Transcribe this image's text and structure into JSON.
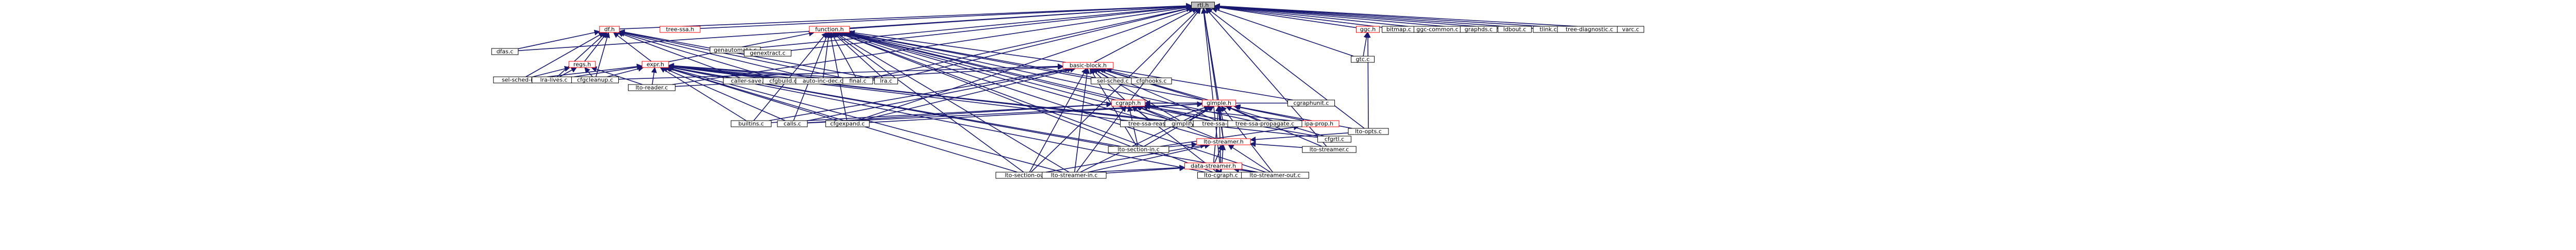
{
  "diagram": {
    "colors": {
      "edge": "#191970",
      "node_border": "#000000",
      "linked_node_border": "#ff0000",
      "root_fill": "#bfbfbf",
      "node_fill": "#ffffff"
    },
    "nodes": [
      {
        "id": "root",
        "label": "rtl.h",
        "kind": "root"
      },
      {
        "id": "df_h",
        "label": "df.h",
        "kind": "link"
      },
      {
        "id": "tree_ssa_h",
        "label": "tree-ssa.h",
        "kind": "link"
      },
      {
        "id": "function_h",
        "label": "function.h",
        "kind": "link"
      },
      {
        "id": "regs_h",
        "label": "regs.h",
        "kind": "link"
      },
      {
        "id": "expr_h",
        "label": "expr.h",
        "kind": "link"
      },
      {
        "id": "basic_block_h",
        "label": "basic-block.h",
        "kind": "link"
      },
      {
        "id": "cgraph_h",
        "label": "cgraph.h",
        "kind": "link"
      },
      {
        "id": "gimple_h",
        "label": "gimple.h",
        "kind": "link"
      },
      {
        "id": "lto_streamer_h",
        "label": "lto-streamer.h",
        "kind": "link"
      },
      {
        "id": "data_streamer_h",
        "label": "data-streamer.h",
        "kind": "link"
      },
      {
        "id": "ggc_h",
        "label": "ggc.h",
        "kind": "link"
      },
      {
        "id": "ipa_prop_h",
        "label": "ipa-prop.h",
        "kind": "link"
      },
      {
        "id": "dfas_c",
        "label": "dfas.c",
        "kind": "file"
      },
      {
        "id": "genautomata_c",
        "label": "genautomata.c",
        "kind": "file"
      },
      {
        "id": "genextract_c",
        "label": "genextract.c",
        "kind": "file"
      },
      {
        "id": "sel_sched_ir_c",
        "label": "sel-sched-ir.c",
        "kind": "file"
      },
      {
        "id": "lra_lives_c",
        "label": "lra-lives.c",
        "kind": "file"
      },
      {
        "id": "cfgcleanup_c",
        "label": "cfgcleanup.c",
        "kind": "file"
      },
      {
        "id": "lto_reader_c",
        "label": "lto-reader.c",
        "kind": "file"
      },
      {
        "id": "caller_save_c",
        "label": "caller-save.c",
        "kind": "file"
      },
      {
        "id": "cfgbuild_c",
        "label": "cfgbuild.c",
        "kind": "file"
      },
      {
        "id": "auto_inc_dec_c",
        "label": "auto-inc-dec.c",
        "kind": "file"
      },
      {
        "id": "final_c",
        "label": "final.c",
        "kind": "file"
      },
      {
        "id": "lra_c",
        "label": "lra.c",
        "kind": "file"
      },
      {
        "id": "sel_sched_c",
        "label": "sel-sched.c",
        "kind": "file"
      },
      {
        "id": "cfghooks_c",
        "label": "cfghooks.c",
        "kind": "file"
      },
      {
        "id": "cfgexpand_c",
        "label": "cfgexpand.c",
        "kind": "file"
      },
      {
        "id": "builtins_c",
        "label": "builtins.c",
        "kind": "file"
      },
      {
        "id": "calls_c",
        "label": "calls.c",
        "kind": "file"
      },
      {
        "id": "cgraphunit_c",
        "label": "cgraphunit.c",
        "kind": "file"
      },
      {
        "id": "cfgrtl_c",
        "label": "cfgrtl.c",
        "kind": "file"
      },
      {
        "id": "tree_ssa_reassoc_c",
        "label": "tree-ssa-reassoc.c",
        "kind": "file"
      },
      {
        "id": "gimplify_c",
        "label": "gimplify.c",
        "kind": "file"
      },
      {
        "id": "tree_ssa_alias_c",
        "label": "tree-ssa-alias.c",
        "kind": "file"
      },
      {
        "id": "tree_ssa_propagate_c",
        "label": "tree-ssa-propagate.c",
        "kind": "file"
      },
      {
        "id": "lto_section_in_c",
        "label": "lto-section-in.c",
        "kind": "file"
      },
      {
        "id": "lto_section_out_c",
        "label": "lto-section-out.c",
        "kind": "file"
      },
      {
        "id": "lto_streamer_in_c",
        "label": "lto-streamer-in.c",
        "kind": "file"
      },
      {
        "id": "lto_cgraph_c",
        "label": "lto-cgraph.c",
        "kind": "file"
      },
      {
        "id": "lto_streamer_out_c",
        "label": "lto-streamer-out.c",
        "kind": "file"
      },
      {
        "id": "lto_streamer_c",
        "label": "lto-streamer.c",
        "kind": "file"
      },
      {
        "id": "lto_opts_c",
        "label": "lto-opts.c",
        "kind": "file"
      },
      {
        "id": "gtc_c",
        "label": "gtc.c",
        "kind": "file"
      },
      {
        "id": "bitmap_c",
        "label": "bitmap.c",
        "kind": "file"
      },
      {
        "id": "ggc_common_c",
        "label": "ggc-common.c",
        "kind": "file"
      },
      {
        "id": "graphds_c",
        "label": "graphds.c",
        "kind": "file"
      },
      {
        "id": "ldbout_c",
        "label": "ldbout.c",
        "kind": "file"
      },
      {
        "id": "tlink_c",
        "label": "tlink.c",
        "kind": "file"
      },
      {
        "id": "tree_diagnostic_c",
        "label": "tree-diagnostic.c",
        "kind": "file"
      },
      {
        "id": "varc_c",
        "label": "varc.c",
        "kind": "file"
      }
    ],
    "edges": [
      [
        "df_h",
        "root"
      ],
      [
        "tree_ssa_h",
        "root"
      ],
      [
        "function_h",
        "root"
      ],
      [
        "ggc_h",
        "root"
      ],
      [
        "basic_block_h",
        "root"
      ],
      [
        "cgraph_h",
        "root"
      ],
      [
        "gimple_h",
        "root"
      ],
      [
        "lto_streamer_h",
        "root"
      ],
      [
        "bitmap_c",
        "root"
      ],
      [
        "ggc_common_c",
        "root"
      ],
      [
        "graphds_c",
        "root"
      ],
      [
        "ldbout_c",
        "root"
      ],
      [
        "tlink_c",
        "root"
      ],
      [
        "tree_diagnostic_c",
        "root"
      ],
      [
        "varc_c",
        "root"
      ],
      [
        "genautomata_c",
        "root"
      ],
      [
        "genextract_c",
        "root"
      ],
      [
        "lra_c",
        "root"
      ],
      [
        "final_c",
        "root"
      ],
      [
        "cfgexpand_c",
        "root"
      ],
      [
        "lto_opts_c",
        "root"
      ],
      [
        "lto_streamer_c",
        "root"
      ],
      [
        "gtc_c",
        "root"
      ],
      [
        "dfas_c",
        "root"
      ],
      [
        "lto_cgraph_c",
        "root"
      ],
      [
        "lto_section_out_c",
        "root"
      ],
      [
        "lto_reader_c",
        "root"
      ],
      [
        "regs_h",
        "df_h"
      ],
      [
        "expr_h",
        "df_h"
      ],
      [
        "dfas_c",
        "df_h"
      ],
      [
        "sel_sched_ir_c",
        "df_h"
      ],
      [
        "lra_lives_c",
        "df_h"
      ],
      [
        "cfgcleanup_c",
        "df_h"
      ],
      [
        "caller_save_c",
        "df_h"
      ],
      [
        "cfgbuild_c",
        "df_h"
      ],
      [
        "auto_inc_dec_c",
        "df_h"
      ],
      [
        "final_c",
        "df_h"
      ],
      [
        "lra_c",
        "df_h"
      ],
      [
        "expr_h",
        "function_h"
      ],
      [
        "basic_block_h",
        "function_h"
      ],
      [
        "cgraph_h",
        "function_h"
      ],
      [
        "gimple_h",
        "function_h"
      ],
      [
        "lto_streamer_h",
        "function_h"
      ],
      [
        "calls_c",
        "function_h"
      ],
      [
        "builtins_c",
        "function_h"
      ],
      [
        "cfgexpand_c",
        "function_h"
      ],
      [
        "lra_c",
        "function_h"
      ],
      [
        "final_c",
        "function_h"
      ],
      [
        "auto_inc_dec_c",
        "function_h"
      ],
      [
        "lto_section_out_c",
        "function_h"
      ],
      [
        "sel_sched_ir_c",
        "regs_h"
      ],
      [
        "lra_lives_c",
        "regs_h"
      ],
      [
        "cfgcleanup_c",
        "regs_h"
      ],
      [
        "lto_reader_c",
        "regs_h"
      ],
      [
        "sel_sched_ir_c",
        "expr_h"
      ],
      [
        "lra_lives_c",
        "expr_h"
      ],
      [
        "cfgcleanup_c",
        "expr_h"
      ],
      [
        "lto_reader_c",
        "expr_h"
      ],
      [
        "builtins_c",
        "expr_h"
      ],
      [
        "calls_c",
        "expr_h"
      ],
      [
        "cfgexpand_c",
        "expr_h"
      ],
      [
        "lto_section_in_c",
        "expr_h"
      ],
      [
        "lto_section_out_c",
        "expr_h"
      ],
      [
        "lto_streamer_in_c",
        "expr_h"
      ],
      [
        "lto_cgraph_c",
        "expr_h"
      ],
      [
        "lto_streamer_out_c",
        "expr_h"
      ],
      [
        "gimplify_c",
        "expr_h"
      ],
      [
        "tree_ssa_reassoc_c",
        "expr_h"
      ],
      [
        "cfgrtl_c",
        "expr_h"
      ],
      [
        "caller_save_c",
        "expr_h"
      ],
      [
        "cfgbuild_c",
        "expr_h"
      ],
      [
        "auto_inc_dec_c",
        "expr_h"
      ],
      [
        "final_c",
        "expr_h"
      ],
      [
        "lra_c",
        "expr_h"
      ],
      [
        "cgraph_h",
        "basic_block_h"
      ],
      [
        "gimple_h",
        "basic_block_h"
      ],
      [
        "sel_sched_c",
        "basic_block_h"
      ],
      [
        "cfghooks_c",
        "basic_block_h"
      ],
      [
        "cfgexpand_c",
        "basic_block_h"
      ],
      [
        "builtins_c",
        "basic_block_h"
      ],
      [
        "calls_c",
        "basic_block_h"
      ],
      [
        "cgraphunit_c",
        "basic_block_h"
      ],
      [
        "lto_section_in_c",
        "basic_block_h"
      ],
      [
        "lto_section_out_c",
        "basic_block_h"
      ],
      [
        "lto_streamer_in_c",
        "basic_block_h"
      ],
      [
        "cfgrtl_c",
        "basic_block_h"
      ],
      [
        "gimplify_c",
        "basic_block_h"
      ],
      [
        "tree_ssa_alias_c",
        "basic_block_h"
      ],
      [
        "cfgcleanup_c",
        "basic_block_h"
      ],
      [
        "lto_reader_c",
        "basic_block_h"
      ],
      [
        "ipa_prop_h",
        "cgraph_h"
      ],
      [
        "lto_streamer_h",
        "cgraph_h"
      ],
      [
        "gimple_h",
        "cgraph_h"
      ],
      [
        "calls_c",
        "cgraph_h"
      ],
      [
        "builtins_c",
        "cgraph_h"
      ],
      [
        "cgraphunit_c",
        "cgraph_h"
      ],
      [
        "cfgrtl_c",
        "cgraph_h"
      ],
      [
        "tree_ssa_reassoc_c",
        "cgraph_h"
      ],
      [
        "gimplify_c",
        "cgraph_h"
      ],
      [
        "tree_ssa_alias_c",
        "cgraph_h"
      ],
      [
        "lto_section_in_c",
        "cgraph_h"
      ],
      [
        "lto_streamer_in_c",
        "cgraph_h"
      ],
      [
        "lto_cgraph_c",
        "cgraph_h"
      ],
      [
        "ipa_prop_h",
        "gimple_h"
      ],
      [
        "lto_streamer_h",
        "gimple_h"
      ],
      [
        "data_streamer_h",
        "gimple_h"
      ],
      [
        "tree_ssa_reassoc_c",
        "gimple_h"
      ],
      [
        "gimplify_c",
        "gimple_h"
      ],
      [
        "tree_ssa_alias_c",
        "gimple_h"
      ],
      [
        "tree_ssa_propagate_c",
        "gimple_h"
      ],
      [
        "lto_opts_c",
        "gimple_h"
      ],
      [
        "lto_streamer_c",
        "gimple_h"
      ],
      [
        "lto_section_in_c",
        "gimple_h"
      ],
      [
        "lto_streamer_in_c",
        "gimple_h"
      ],
      [
        "lto_cgraph_c",
        "gimple_h"
      ],
      [
        "lto_streamer_out_c",
        "gimple_h"
      ],
      [
        "calls_c",
        "gimple_h"
      ],
      [
        "cfgexpand_c",
        "gimple_h"
      ],
      [
        "data_streamer_h",
        "lto_streamer_h"
      ],
      [
        "lto_section_in_c",
        "lto_streamer_h"
      ],
      [
        "lto_section_out_c",
        "lto_streamer_h"
      ],
      [
        "lto_streamer_in_c",
        "lto_streamer_h"
      ],
      [
        "lto_cgraph_c",
        "lto_streamer_h"
      ],
      [
        "lto_streamer_out_c",
        "lto_streamer_h"
      ],
      [
        "lto_streamer_c",
        "lto_streamer_h"
      ],
      [
        "lto_opts_c",
        "lto_streamer_h"
      ],
      [
        "lto_section_out_c",
        "data_streamer_h"
      ],
      [
        "lto_streamer_in_c",
        "data_streamer_h"
      ],
      [
        "lto_cgraph_c",
        "data_streamer_h"
      ],
      [
        "lto_streamer_out_c",
        "data_streamer_h"
      ],
      [
        "gtc_c",
        "ggc_h"
      ],
      [
        "lto_opts_c",
        "ggc_h"
      ],
      [
        "lto_section_in_c",
        "ipa_prop_h"
      ],
      [
        "gimplify_c",
        "function_h"
      ],
      [
        "tree_ssa_propagate_c",
        "function_h"
      ],
      [
        "lto_section_in_c",
        "function_h"
      ],
      [
        "lto_streamer_in_c",
        "function_h"
      ],
      [
        "lto_cgraph_c",
        "function_h"
      ],
      [
        "lto_streamer_out_c",
        "function_h"
      ],
      [
        "tree_ssa_alias_c",
        "function_h"
      ],
      [
        "sel_sched_c",
        "function_h"
      ]
    ]
  }
}
